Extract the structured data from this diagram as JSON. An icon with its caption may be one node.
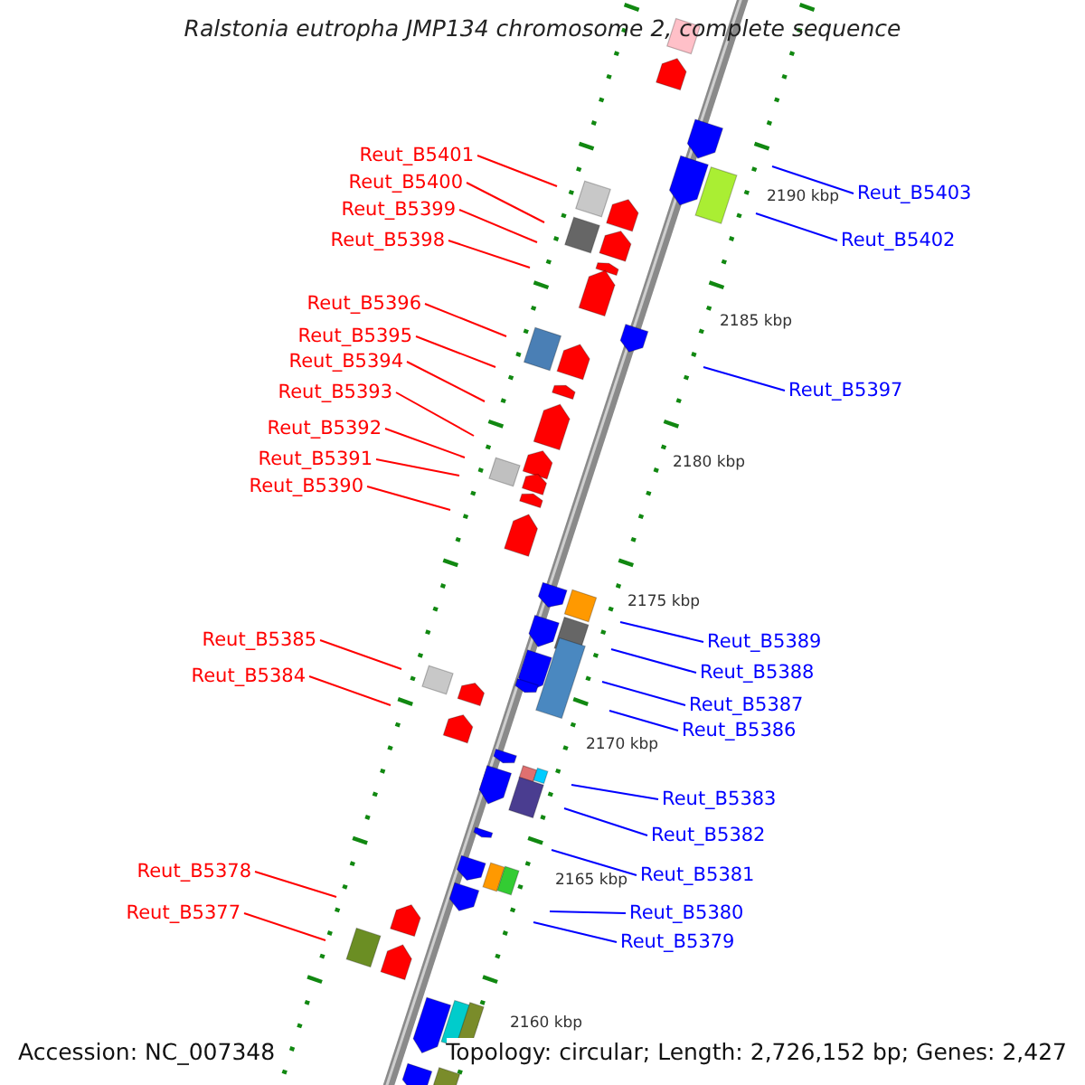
{
  "diagram": {
    "title": "Ralstonia eutropha JMP134 chromosome 2, complete sequence",
    "nodes": [
      {
        "text": [
          "Reut_B5401"
        ]
      },
      {
        "text": [
          "Reut_B5403"
        ]
      },
      {
        "text": [
          "Reut_B5400"
        ]
      },
      {
        "text": [
          "Reut_B5399"
        ]
      },
      {
        "text": [
          "Reut_B5402"
        ]
      },
      {
        "text": [
          "Reut_B5398"
        ]
      },
      {
        "text": [
          "Reut_B5396"
        ]
      },
      {
        "text": [
          "Reut_B5395"
        ]
      },
      {
        "text": [
          "Reut_B5394"
        ]
      },
      {
        "text": [
          "Reut_B5397"
        ]
      },
      {
        "text": [
          "Reut_B5393"
        ]
      },
      {
        "text": [
          "Reut_B5392"
        ]
      },
      {
        "text": [
          "Reut_B5391"
        ]
      },
      {
        "text": [
          "Reut_B5390"
        ]
      },
      {
        "text": [
          "Reut_B5389"
        ]
      },
      {
        "text": [
          "Reut_B5385"
        ]
      },
      {
        "text": [
          "Reut_B5388"
        ]
      },
      {
        "text": [
          "Reut_B5384"
        ]
      },
      {
        "text": [
          "Reut_B5387"
        ]
      },
      {
        "text": [
          "Reut_B5386"
        ]
      },
      {
        "text": [
          "Reut_B5383"
        ]
      },
      {
        "text": [
          "Reut_B5382"
        ]
      },
      {
        "text": [
          "Reut_B5378"
        ]
      },
      {
        "text": [
          "Reut_B5381"
        ]
      },
      {
        "text": [
          "Reut_B5380"
        ]
      },
      {
        "text": [
          "Reut_B5377"
        ]
      },
      {
        "text": [
          "Reut_B5379"
        ]
      }
    ],
    "edges": [
      {
        "from": 0,
        "to": null,
        "arrow": "none"
      },
      {
        "from": 1,
        "to": null,
        "arrow": "none",
        "color": "#0000ff"
      },
      {
        "from": 2,
        "to": null,
        "arrow": "none"
      },
      {
        "from": 3,
        "to": null,
        "arrow": "none"
      },
      {
        "from": 4,
        "to": null,
        "arrow": "none",
        "color": "#0000ff"
      },
      {
        "from": 5,
        "to": null,
        "arrow": "none"
      },
      {
        "from": 6,
        "to": null,
        "arrow": "none"
      },
      {
        "from": 7,
        "to": null,
        "arrow": "none"
      },
      {
        "from": 8,
        "to": null,
        "arrow": "none"
      },
      {
        "from": 9,
        "to": null,
        "arrow": "none",
        "color": "#0000ff"
      },
      {
        "from": 10,
        "to": null,
        "arrow": "none"
      },
      {
        "from": 11,
        "to": null,
        "arrow": "none"
      },
      {
        "from": 12,
        "to": null,
        "arrow": "none"
      },
      {
        "from": 13,
        "to": null,
        "arrow": "none"
      },
      {
        "from": 14,
        "to": null,
        "arrow": "none",
        "color": "#0000ff"
      },
      {
        "from": 15,
        "to": null,
        "arrow": "none"
      },
      {
        "from": 16,
        "to": null,
        "arrow": "none",
        "color": "#0000ff"
      },
      {
        "from": 17,
        "to": null,
        "arrow": "none"
      },
      {
        "from": 18,
        "to": null,
        "arrow": "none",
        "color": "#0000ff"
      },
      {
        "from": 19,
        "to": null,
        "arrow": "none",
        "color": "#0000ff"
      },
      {
        "from": 20,
        "to": null,
        "arrow": "none",
        "color": "#0000ff"
      },
      {
        "from": 21,
        "to": null,
        "arrow": "none",
        "color": "#0000ff"
      },
      {
        "from": 22,
        "to": null,
        "arrow": "none"
      },
      {
        "from": 23,
        "to": null,
        "arrow": "none",
        "color": "#0000ff"
      },
      {
        "from": 24,
        "to": null,
        "arrow": "none",
        "color": "#0000ff"
      },
      {
        "from": 25,
        "to": null,
        "arrow": "none"
      },
      {
        "from": 26,
        "to": null,
        "arrow": "none",
        "color": "#0000ff"
      }
    ],
    "labels": [
      "2190 kbp",
      "2185 kbp",
      "2180 kbp",
      "2175 kbp",
      "2170 kbp",
      "2165 kbp",
      "2160 kbp",
      "Accession: NC_007348",
      "Topology: circular; Length: 2,726,152 bp; Genes: 2,427"
    ]
  }
}
